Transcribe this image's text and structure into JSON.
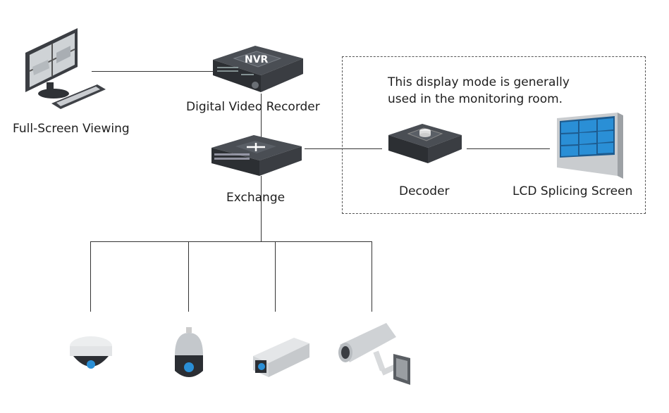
{
  "diagram": {
    "nodes": {
      "pc": {
        "label": "Full-Screen Viewing",
        "icon": "monitor-keyboard-icon"
      },
      "nvr": {
        "label": "Digital Video Recorder",
        "badge": "NVR",
        "icon": "nvr-device-icon"
      },
      "switch": {
        "label": "Exchange",
        "icon": "network-switch-icon"
      },
      "decoder": {
        "label": "Decoder",
        "icon": "decoder-device-icon"
      },
      "lcd": {
        "label": "LCD Splicing Screen",
        "icon": "video-wall-icon"
      },
      "cameras": [
        {
          "type": "dome-camera",
          "icon": "dome-camera-icon"
        },
        {
          "type": "speed-dome-camera",
          "icon": "ptz-camera-icon"
        },
        {
          "type": "box-camera",
          "icon": "box-camera-icon"
        },
        {
          "type": "bullet-camera",
          "icon": "bullet-camera-icon"
        }
      ]
    },
    "note": {
      "line1": "This display mode is generally",
      "line2": "used in the monitoring room."
    },
    "colors": {
      "screen_blue": "#2a8fd6",
      "device_dark": "#3a3d42",
      "line": "#333333"
    }
  }
}
